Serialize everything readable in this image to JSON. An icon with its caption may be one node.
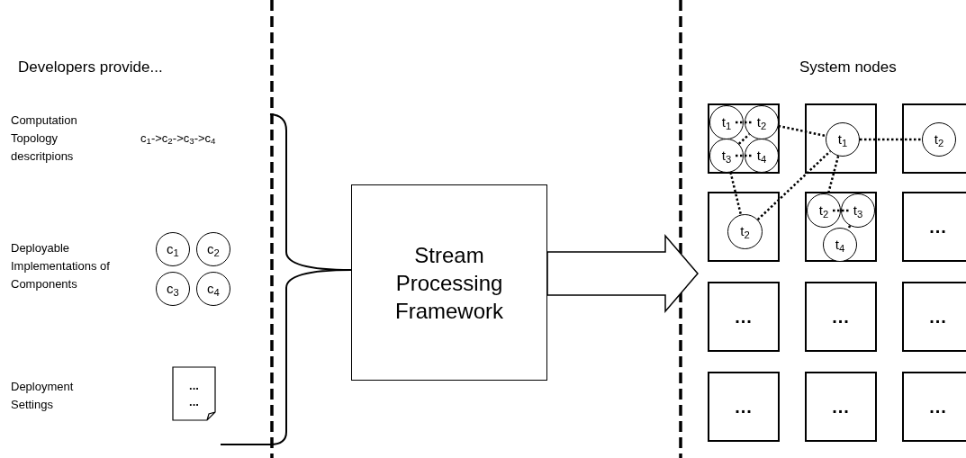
{
  "diagram": {
    "nodes": [
      {
        "text": [
          "c$_{1}$"
        ]
      },
      {
        "text": [
          "c$_{2}$"
        ]
      },
      {
        "text": [
          "c$_{3}$"
        ]
      },
      {
        "text": [
          "c$_{4}$"
        ]
      },
      {
        "text": [
          "...",
          "..."
        ]
      },
      {
        "text": [
          "Stream Processing Framework"
        ]
      },
      {
        "text": [],
        "shape": "box"
      },
      {
        "text": [
          "t$_{1}$"
        ],
        "in": 6
      },
      {
        "text": [
          "t$_{2}$"
        ],
        "in": 6
      },
      {
        "text": [
          "t$_{3}$"
        ],
        "in": 6
      },
      {
        "text": [
          "t$_{4}$"
        ],
        "in": 6
      },
      {
        "text": [],
        "shape": "box"
      },
      {
        "text": [
          "t$_{1}$"
        ],
        "in": 11
      },
      {
        "text": [],
        "shape": "box"
      },
      {
        "text": [
          "t$_{2}$"
        ],
        "in": 13
      },
      {
        "text": [],
        "shape": "box"
      },
      {
        "text": [
          "t$_{2}$"
        ],
        "in": 15
      },
      {
        "text": [],
        "shape": "box"
      },
      {
        "text": [
          "t$_{2}$"
        ],
        "in": 17
      },
      {
        "text": [
          "t$_{3}$"
        ],
        "in": 17
      },
      {
        "text": [
          "t$_{4}$"
        ],
        "in": 17
      },
      {
        "text": [
          "..."
        ]
      },
      {
        "text": [
          "..."
        ]
      },
      {
        "text": [
          "..."
        ]
      },
      {
        "text": [
          "..."
        ]
      },
      {
        "text": [
          "..."
        ]
      },
      {
        "text": [
          "..."
        ]
      },
      {
        "text": [
          "..."
        ]
      }
    ],
    "edges": [
      {
        "from": 7,
        "to": 8,
        "arrow": "none",
        "style": "dashed"
      },
      {
        "from": 9,
        "to": 10,
        "arrow": "none",
        "style": "dashed"
      },
      {
        "from": 9,
        "to": 8,
        "arrow": "none",
        "style": "dashed"
      },
      {
        "from": 8,
        "to": 12,
        "arrow": "none",
        "style": "dashed"
      },
      {
        "from": 12,
        "to": 14,
        "arrow": "none",
        "style": "dashed"
      },
      {
        "from": 9,
        "to": 16,
        "arrow": "none",
        "style": "dashed"
      },
      {
        "from": 16,
        "to": 12,
        "arrow": "none",
        "style": "dashed"
      },
      {
        "from": 12,
        "to": 18,
        "arrow": "none",
        "style": "dashed"
      },
      {
        "from": 18,
        "to": 19,
        "arrow": "none",
        "style": "dashed"
      },
      {
        "from": 19,
        "to": 20,
        "arrow": "none",
        "style": "dashed"
      },
      {
        "from": 5,
        "to": null,
        "arrow": "to"
      }
    ],
    "labels": [
      "Developers provide...",
      "System nodes",
      "Computation Topology descritpions",
      "c$_{1}$->c$_{2}$->c$_{3}$->c$_{4}$",
      "Deployable Implementations of Components",
      "Deployment Settings"
    ]
  }
}
